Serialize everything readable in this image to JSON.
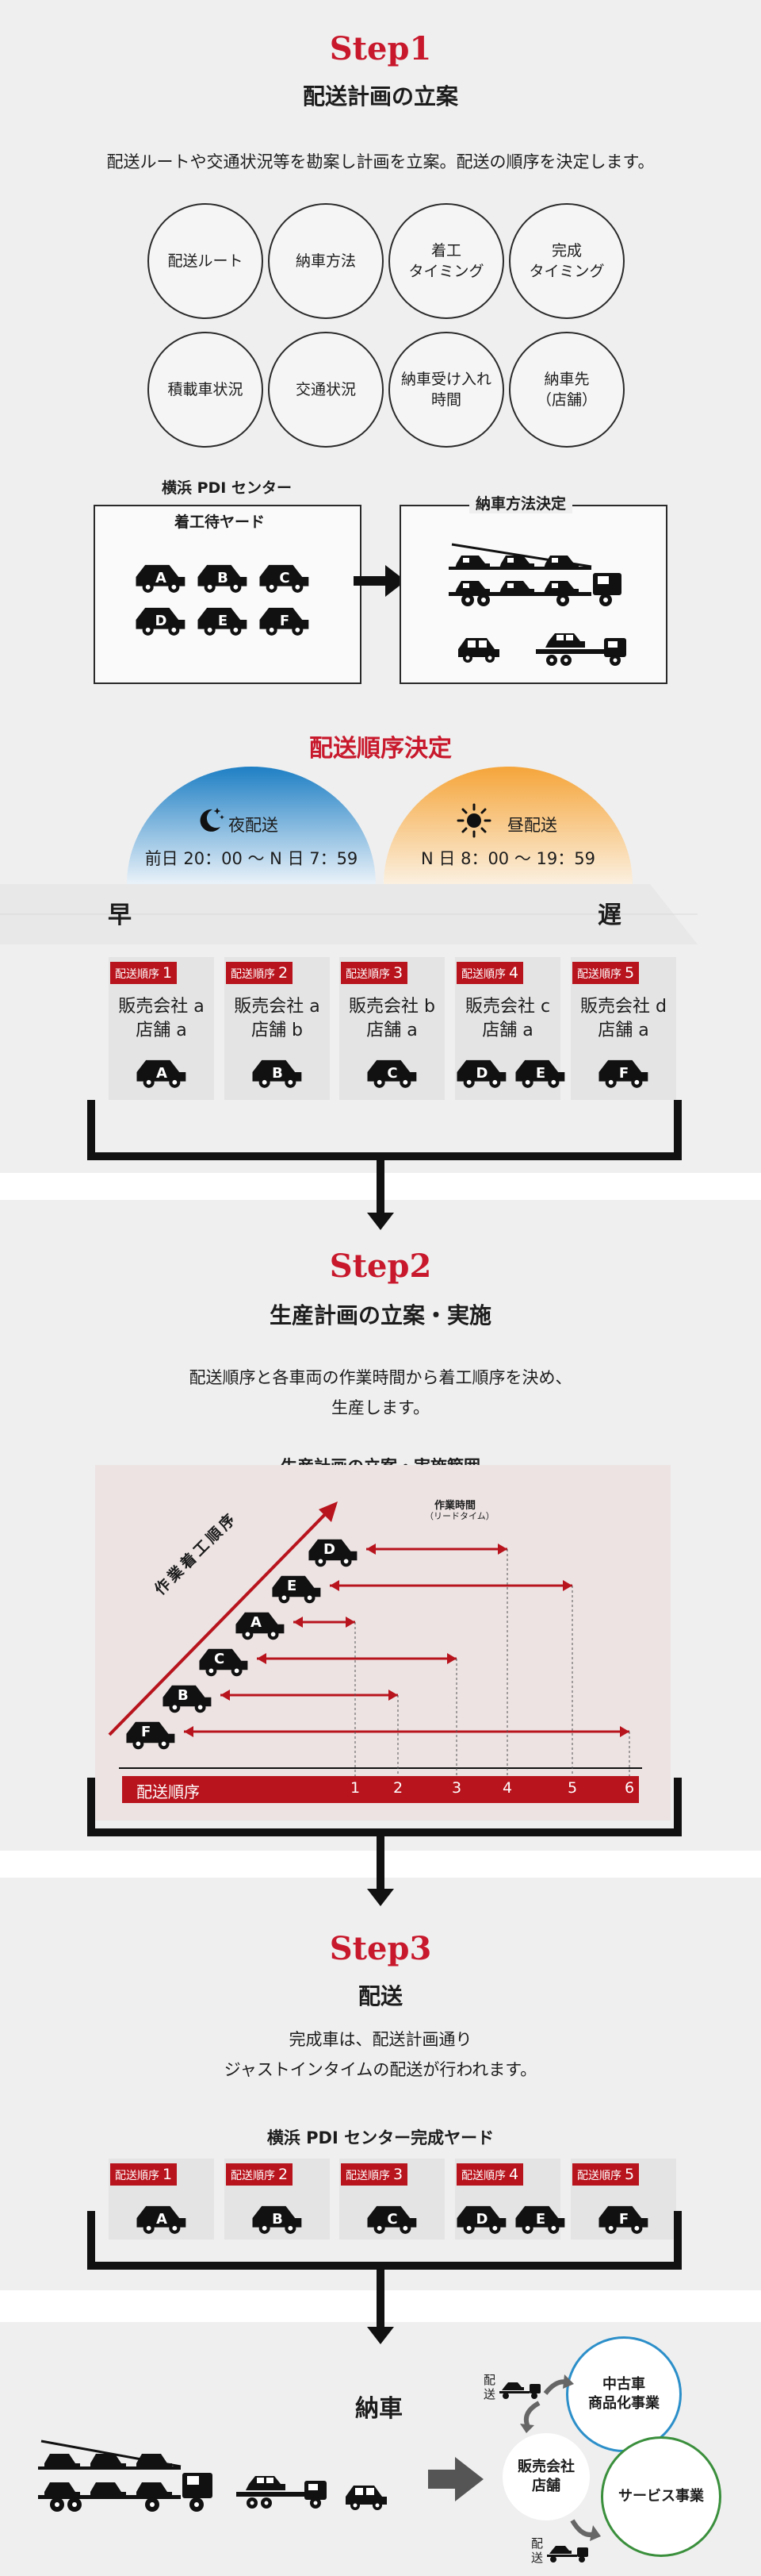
{
  "step1": {
    "title": "Step1",
    "subtitle": "配送計画の立案",
    "lead": "配送ルートや交通状況等を勘案し計画を立案。配送の順序を決定します。",
    "circles": [
      "配送ルート",
      "納車方法",
      "着工\nタイミング",
      "完成\nタイミング",
      "積載車状況",
      "交通状況",
      "納車受け入れ\n時間",
      "納車先\n（店舗）"
    ],
    "yard_box_label_1": "横浜 PDI センター",
    "yard_box_label_2": "着工待ヤード",
    "method_box_label": "納車方法決定",
    "yard_cars": [
      "A",
      "B",
      "C",
      "D",
      "E",
      "F"
    ]
  },
  "order": {
    "title": "配送順序決定",
    "night_label": "夜配送",
    "night_time": "前日 20：00 〜 N 日 7：59",
    "day_label": "昼配送",
    "day_time": "N 日 8：00 〜 19：59",
    "early": "早",
    "late": "遅",
    "badge_label": "配送順序",
    "slots": [
      {
        "num": "1",
        "company": "販売会社 a",
        "store": "店舗 a",
        "cars": [
          "A"
        ]
      },
      {
        "num": "2",
        "company": "販売会社 a",
        "store": "店舗 b",
        "cars": [
          "B"
        ]
      },
      {
        "num": "3",
        "company": "販売会社 b",
        "store": "店舗 a",
        "cars": [
          "C"
        ]
      },
      {
        "num": "4",
        "company": "販売会社 c",
        "store": "店舗 a",
        "cars": [
          "D",
          "E"
        ]
      },
      {
        "num": "5",
        "company": "販売会社 d",
        "store": "店舗 a",
        "cars": [
          "F"
        ]
      }
    ]
  },
  "step2": {
    "title": "Step2",
    "subtitle": "生産計画の立案・実施",
    "lead_1": "配送順序と各車両の作業時間から着工順序を決め、",
    "lead_2": "生産します。",
    "plan_title": "生産計画の立案・実施範囲",
    "diag_label": "作業着工順序",
    "work_time_label": "作業時間",
    "work_time_sub": "（リードタイム）",
    "axis_label": "配送順序",
    "axis_ticks": [
      "1",
      "2",
      "3",
      "4",
      "5",
      "6"
    ],
    "start_order": [
      "F",
      "B",
      "C",
      "A",
      "E",
      "D"
    ]
  },
  "step3": {
    "title": "Step3",
    "subtitle": "配送",
    "lead_1": "完成車は、配送計画通り",
    "lead_2": "ジャストインタイムの配送が行われます。",
    "yard_title": "横浜 PDI センター完成ヤード",
    "badge_label": "配送順序",
    "slots": [
      {
        "num": "1",
        "cars": [
          "A"
        ]
      },
      {
        "num": "2",
        "cars": [
          "B"
        ]
      },
      {
        "num": "3",
        "cars": [
          "C"
        ]
      },
      {
        "num": "4",
        "cars": [
          "D",
          "E"
        ]
      },
      {
        "num": "5",
        "cars": [
          "F"
        ]
      }
    ]
  },
  "final": {
    "title": "納車",
    "used_car": "中古車\n商品化事業",
    "dealer": "販売会社\n店舗",
    "service": "サービス事業",
    "delivery_top": "配\n送",
    "delivery_bottom": "配\n送"
  },
  "colors": {
    "brand_red": "#c8192c",
    "badge_red": "#b8141d",
    "night_blue": "#1e7fc4",
    "day_orange": "#f5a53a",
    "ring_blue": "#2c8fc9",
    "ring_green": "#3a8f3c"
  }
}
